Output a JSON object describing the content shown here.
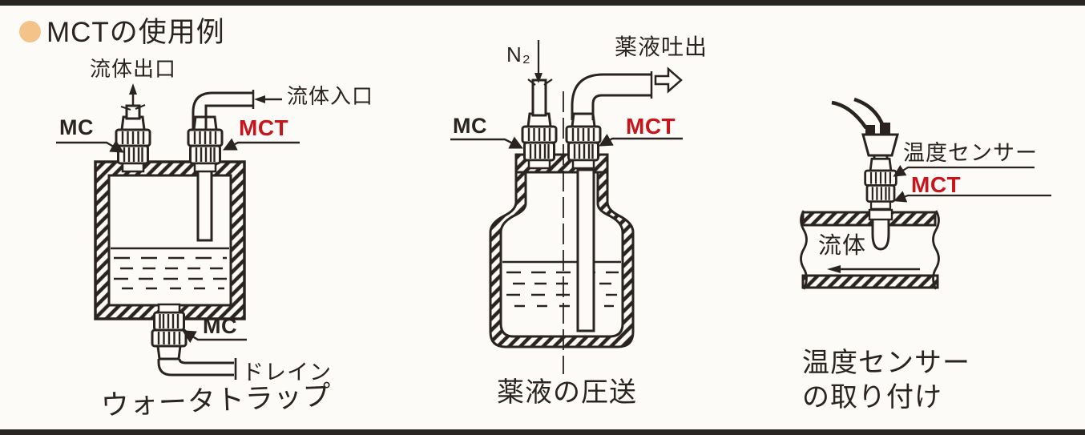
{
  "colors": {
    "ink": "#2A2320",
    "accent_red": "#C8151B",
    "bullet_orange": "#F3C38A",
    "border_bar": "#2A2423",
    "background": "#FCFBF8"
  },
  "title": {
    "text": "MCTの使用例"
  },
  "water_trap": {
    "caption": "ウォータトラップ",
    "labels": {
      "fluid_outlet": "流体出口",
      "fluid_inlet": "流体入口",
      "mc_top": "MC",
      "mct": "MCT",
      "mc_bottom": "MC",
      "drain": "ドレイン"
    }
  },
  "chemical_feed": {
    "caption": "薬液の圧送",
    "labels": {
      "n2": "N₂",
      "discharge": "薬液吐出",
      "mc": "MC",
      "mct": "MCT"
    }
  },
  "temp_sensor": {
    "caption_line1": "温度センサー",
    "caption_line2": "の取り付け",
    "labels": {
      "sensor": "温度センサー",
      "mct": "MCT",
      "fluid": "流体"
    }
  }
}
